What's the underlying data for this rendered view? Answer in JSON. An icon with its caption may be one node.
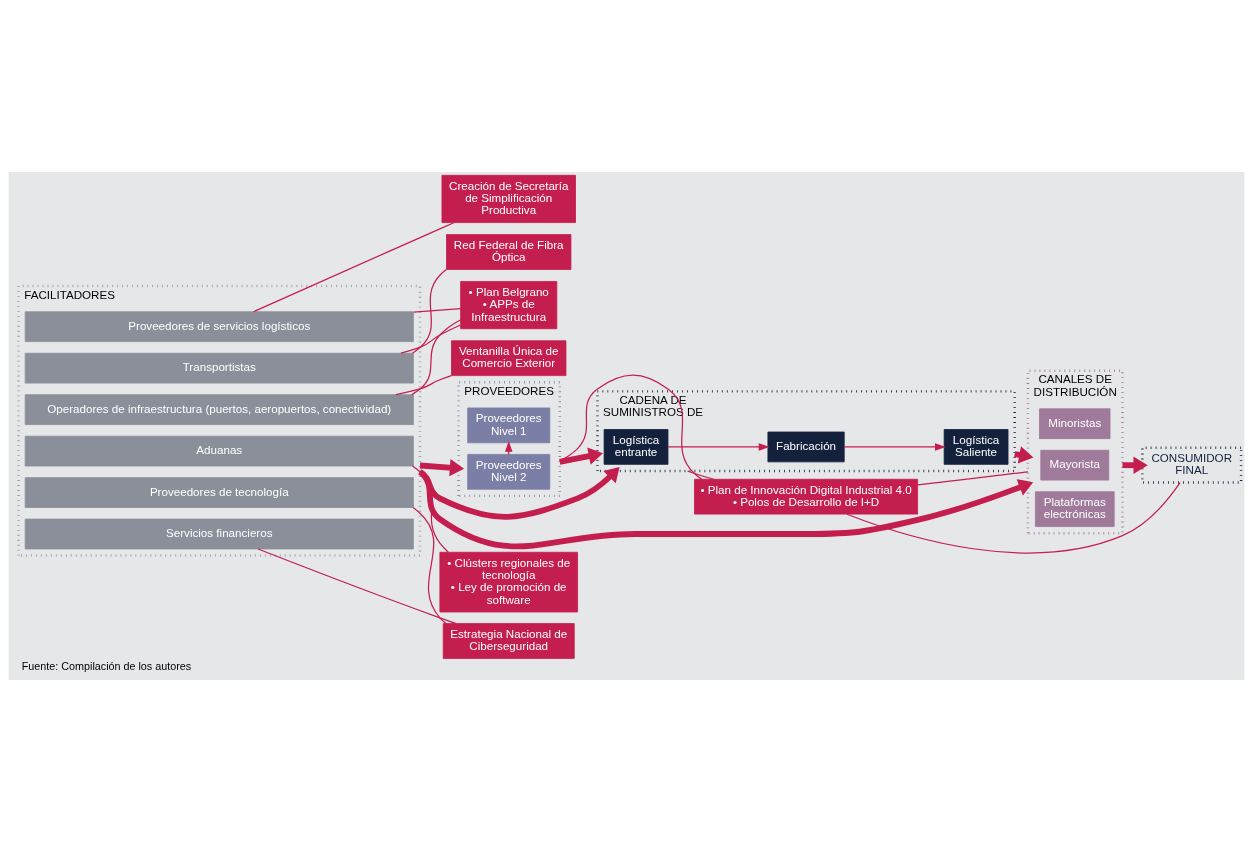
{
  "diagram": {
    "caption": "Fuente: Compilación de los autores",
    "nodes": [
      {
        "text": [
          "• Plan de Innovación Digital Industrial 4.0",
          "• Polos de Desarrollo de I+D"
        ]
      },
      {
        "text": [
          "PROVEEDORES"
        ]
      },
      {
        "text": [
          "Proveedores Nivel 1"
        ],
        "in": 1
      },
      {
        "text": [
          "Proveedores Nivel 2"
        ],
        "in": 1
      },
      {
        "text": [
          "CADENA DE SUMINISTROS DE"
        ]
      },
      {
        "text": [
          "Logística entrante"
        ],
        "in": 4
      },
      {
        "text": [
          "Fabricación"
        ],
        "in": 4
      },
      {
        "text": [
          "Logística Saliente"
        ],
        "in": 4
      },
      {
        "text": [
          "CANALES DE DISTRIBUCIÓN"
        ]
      },
      {
        "text": [
          "Minoristas"
        ],
        "in": 8
      },
      {
        "text": [
          "Mayorista"
        ],
        "in": 8
      },
      {
        "text": [
          "Plataformas electrónicas"
        ],
        "in": 8
      },
      {
        "text": [
          "CONSUMIDOR FINAL"
        ]
      },
      {
        "text": [
          "FACILITADORES"
        ]
      },
      {
        "text": [
          "Proveedores de servicios logísticos"
        ],
        "in": 13
      },
      {
        "text": [
          "Transportistas"
        ],
        "in": 13
      },
      {
        "text": [
          "Operadores de infraestructura (puertos, aeropuertos, conectividad)"
        ],
        "in": 13
      },
      {
        "text": [
          "Aduanas"
        ],
        "in": 13
      },
      {
        "text": [
          "Proveedores de tecnología"
        ],
        "in": 13
      },
      {
        "text": [
          "Servicios financieros"
        ],
        "in": 13
      },
      {
        "text": [
          "• Plan Belgrano",
          "• APPs de Infraestructura"
        ]
      },
      {
        "text": [
          "Estrategia Nacional de Ciberseguridad"
        ]
      },
      {
        "text": [
          "Creación de Secretaría de Simplificación Productiva"
        ]
      },
      {
        "text": [
          "Red Federal de Fibra Óptica"
        ]
      },
      {
        "text": [
          "Ventanilla Única de Comercio Exterior"
        ]
      },
      {
        "text": [
          "• Clústers regionales de tecnología",
          "• Ley de promoción de software"
        ]
      }
    ],
    "edges": [
      {
        "from": 3,
        "to": 2,
        "arrow": "to"
      },
      {
        "from": 1,
        "to": 4,
        "arrow": "to",
        "style": "thick"
      },
      {
        "from": 5,
        "to": 6,
        "arrow": "to"
      },
      {
        "from": 6,
        "to": 7,
        "arrow": "to"
      },
      {
        "from": 4,
        "to": 8,
        "arrow": "to",
        "style": "thick"
      },
      {
        "from": 8,
        "to": 12,
        "arrow": "to",
        "style": "thick"
      },
      {
        "from": 13,
        "to": 1,
        "arrow": "to",
        "style": "thick"
      },
      {
        "from": 13,
        "to": 4,
        "arrow": "to",
        "style": "thick"
      },
      {
        "from": 13,
        "to": 8,
        "arrow": "to",
        "style": "thick"
      },
      {
        "from": 0,
        "to": 1,
        "arrow": "none"
      },
      {
        "from": 0,
        "to": 4,
        "arrow": "none"
      },
      {
        "from": 0,
        "to": 8,
        "arrow": "none"
      },
      {
        "from": 0,
        "to": 12,
        "arrow": "none"
      },
      {
        "from": 20,
        "to": 14,
        "arrow": "none"
      },
      {
        "from": 20,
        "to": 15,
        "arrow": "none"
      },
      {
        "from": 20,
        "to": 16,
        "arrow": "none"
      },
      {
        "from": 21,
        "to": 18,
        "arrow": "none"
      },
      {
        "from": 21,
        "to": 19,
        "arrow": "none"
      },
      {
        "from": 22,
        "to": 14,
        "arrow": "none"
      },
      {
        "from": 23,
        "to": 15,
        "arrow": "none"
      },
      {
        "from": 24,
        "to": 16,
        "arrow": "none"
      },
      {
        "from": 25,
        "to": 17,
        "arrow": "none"
      }
    ]
  }
}
